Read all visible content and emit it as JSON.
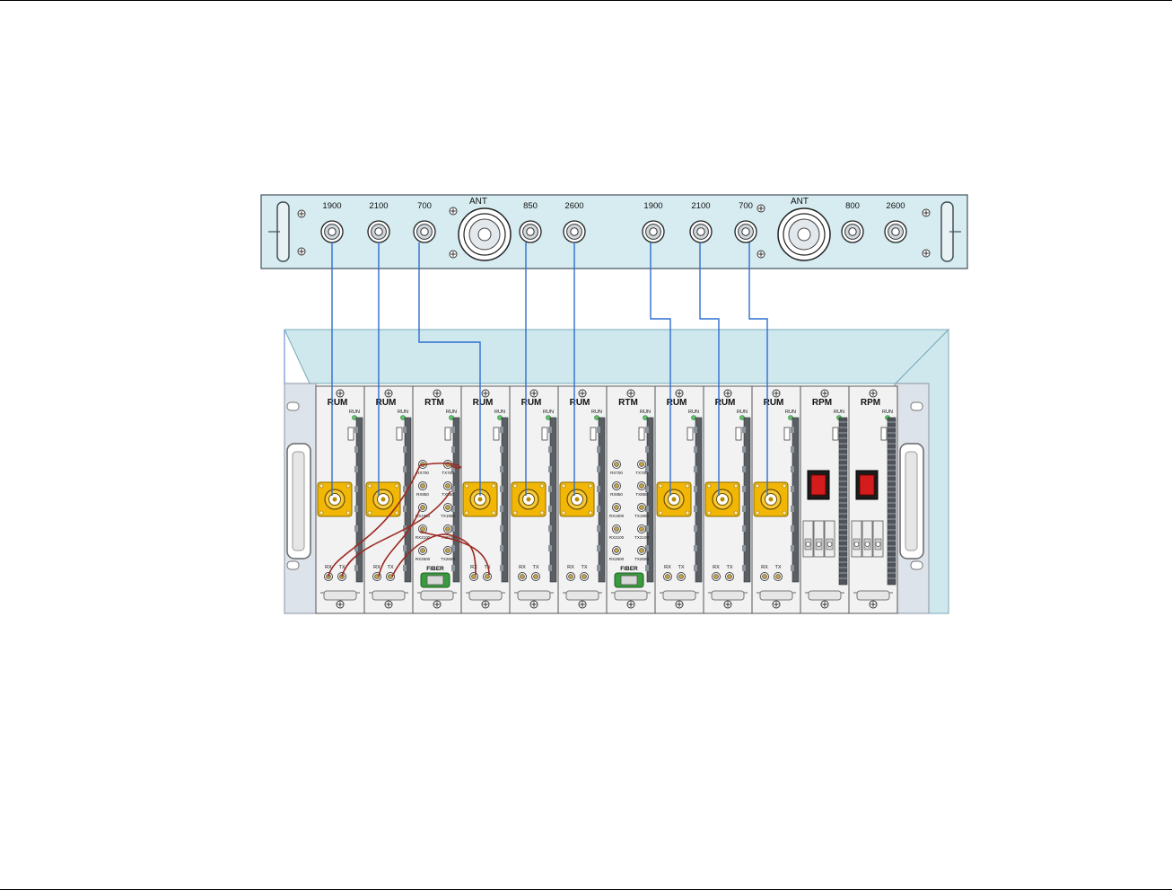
{
  "panel": {
    "ports_left": [
      "1900",
      "2100",
      "700"
    ],
    "ant_left": "ANT",
    "ports_mid": [
      "850",
      "2600"
    ],
    "ports_right": [
      "1900",
      "2100",
      "700"
    ],
    "ant_right": "ANT",
    "ports_far": [
      "800",
      "2600"
    ]
  },
  "modules": [
    {
      "name": "RUM",
      "type": "rum"
    },
    {
      "name": "RUM",
      "type": "rum"
    },
    {
      "name": "RTM",
      "type": "rtm"
    },
    {
      "name": "RUM",
      "type": "rum"
    },
    {
      "name": "RUM",
      "type": "rum"
    },
    {
      "name": "RUM",
      "type": "rum"
    },
    {
      "name": "RTM",
      "type": "rtm"
    },
    {
      "name": "RUM",
      "type": "rum"
    },
    {
      "name": "RUM",
      "type": "rum"
    },
    {
      "name": "RUM",
      "type": "rum"
    },
    {
      "name": "RPM",
      "type": "rpm"
    },
    {
      "name": "RPM",
      "type": "rpm"
    }
  ],
  "labels": {
    "run": "RUN",
    "rx": "RX",
    "tx": "TX",
    "fiber": "FIBER",
    "rtm_rx": [
      "RX700",
      "RX850",
      "RX1900",
      "RX2100",
      "RX2600"
    ],
    "rtm_tx": [
      "TX700",
      "TX850",
      "TX1900",
      "TX2100",
      "TX2600"
    ]
  },
  "colors": {
    "panel_fill": "#d6ecf0",
    "rack_fill": "#cfe8ee",
    "cable_blue": "#2f6fcf",
    "cable_red": "#9b2a22",
    "connector_gold": "#f2b705",
    "module_fill": "#f2f2f2",
    "switch_red": "#d41c1c"
  }
}
